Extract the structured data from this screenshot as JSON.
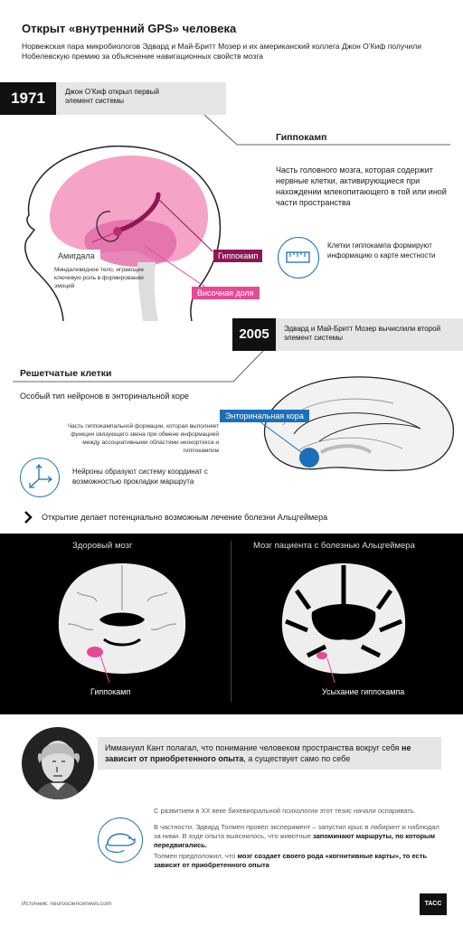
{
  "header": {
    "title": "Открыт «внутренний GPS» человека",
    "subtitle": "Норвежская пара микробиологов Эдвард и Май-Бритт Мозер и их американский коллега Джон О’Киф получили Нобелевскую премию за объяснение навигационных свойств мозга"
  },
  "timeline": [
    {
      "year": "1971",
      "text": "Джон О’Киф открыл первый элемент системы"
    },
    {
      "year": "2005",
      "text": "Эдвард и Май-Бритт Мозер вычислили второй элемент системы"
    }
  ],
  "hippocampus": {
    "heading": "Гиппокамп",
    "description": "Часть головного мозга, которая содержит нервные клетки, активирующиеся при нахождении млекопитающего в той или иной части пространства",
    "label": "Гиппокамп",
    "cells_text": "Клетки гиппокампа формируют информацию о карте местности",
    "icon": "ruler-icon"
  },
  "head_labels": {
    "amygdala": "Амигдала",
    "amygdala_desc": "Миндалевидное тело, играющее ключевую роль в формировании эмоций",
    "temporal_lobe": "Височная доля"
  },
  "grid_cells": {
    "heading": "Решетчатые клетки",
    "description": "Особый тип нейронов в энторинальной коре",
    "entorhinal_label": "Энторинальная кора",
    "entorhinal_desc": "Часть гиппокампальной формации, которая выполняет функции связующего звена при обмене информацией между ассоциативными областями неокортекса и гиппокампом",
    "coords_text": "Нейроны образуют систему координат с возможностью прокладки маршрута",
    "icon": "axes-icon"
  },
  "discovery": {
    "text": "Открытие делает потенциально возможным лечение болезни Альцгеймера"
  },
  "comparison": {
    "healthy": {
      "title": "Здоровый мозг",
      "label": "Гиппокамп"
    },
    "alzheimer": {
      "title": "Мозг пациента с болезнью Альцгеймера",
      "label": "Усыхание гиппокампа"
    }
  },
  "kant": {
    "text_before": "Иммануил Кант полагал, что понимание человеком пространства вокруг себя ",
    "text_bold": "не зависит от приобретенного опыта",
    "text_after": ", а существует само по себе"
  },
  "tolman": {
    "p1": "С развитием в XX веке бихевиоральной психологии этот тезис начали оспаривать.",
    "p2_before": "В частности, Эдвард Толмен провел эксперимент – запустил крыс в лабиринт и наблюдал за ними. В ходе опыта выяснилось, что животные ",
    "p2_bold": "запоминают маршруты, по которым передвигались.",
    "p3_before": "Толмен предположил, что ",
    "p3_bold": "мозг создает своего рода «когнитивные карты», то есть зависит от приобретенного опыта",
    "icon": "rat-icon"
  },
  "footer": {
    "source": "Источник: neurosciencenews.com",
    "logo": "ТАСС"
  },
  "colors": {
    "pink_brain": "#f5a3c7",
    "magenta": "#8d1753",
    "pink_label": "#e54a96",
    "blue": "#1b70b8"
  }
}
